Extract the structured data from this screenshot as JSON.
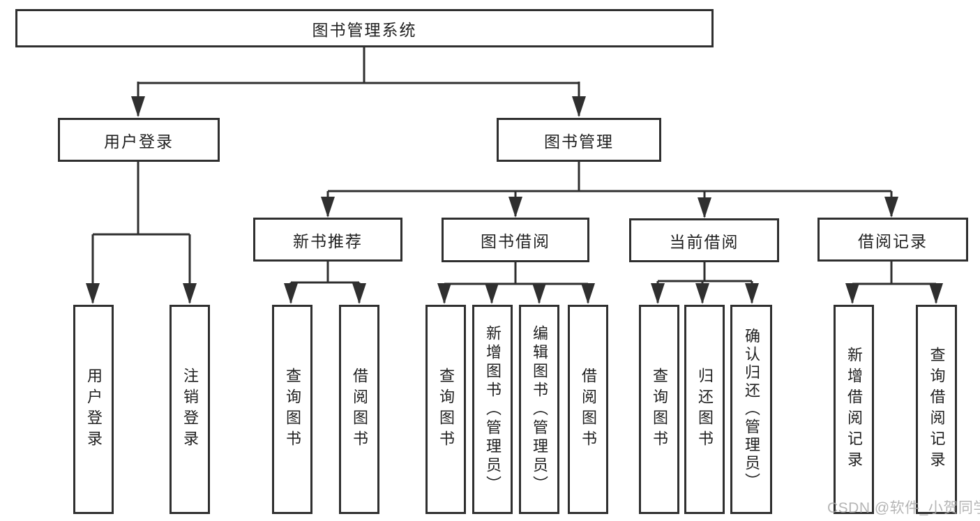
{
  "diagram_title": "图书管理系统",
  "watermark": "CSDN @软件_小贺同学",
  "colors": {
    "line": "#2f2f2f",
    "box_border": "#2f2f2f",
    "text": "#1f1f1f",
    "watermark": "#a9a9a9",
    "background": "#ffffff"
  },
  "tree": {
    "label": "图书管理系统",
    "children": [
      {
        "label": "用户登录",
        "children": [
          {
            "label": "用户登录"
          },
          {
            "label": "注销登录"
          }
        ]
      },
      {
        "label": "图书管理",
        "children": [
          {
            "label": "新书推荐",
            "children": [
              {
                "label": "查询图书"
              },
              {
                "label": "借阅图书"
              }
            ]
          },
          {
            "label": "图书借阅",
            "children": [
              {
                "label": "查询图书"
              },
              {
                "label": "新增图书（管理员）"
              },
              {
                "label": "编辑图书（管理员）"
              },
              {
                "label": "借阅图书"
              }
            ]
          },
          {
            "label": "当前借阅",
            "children": [
              {
                "label": "查询图书"
              },
              {
                "label": "归还图书"
              },
              {
                "label": "确认归还（管理员）"
              }
            ]
          },
          {
            "label": "借阅记录",
            "children": [
              {
                "label": "新增借阅记录"
              },
              {
                "label": "查询借阅记录"
              }
            ]
          }
        ]
      }
    ]
  }
}
